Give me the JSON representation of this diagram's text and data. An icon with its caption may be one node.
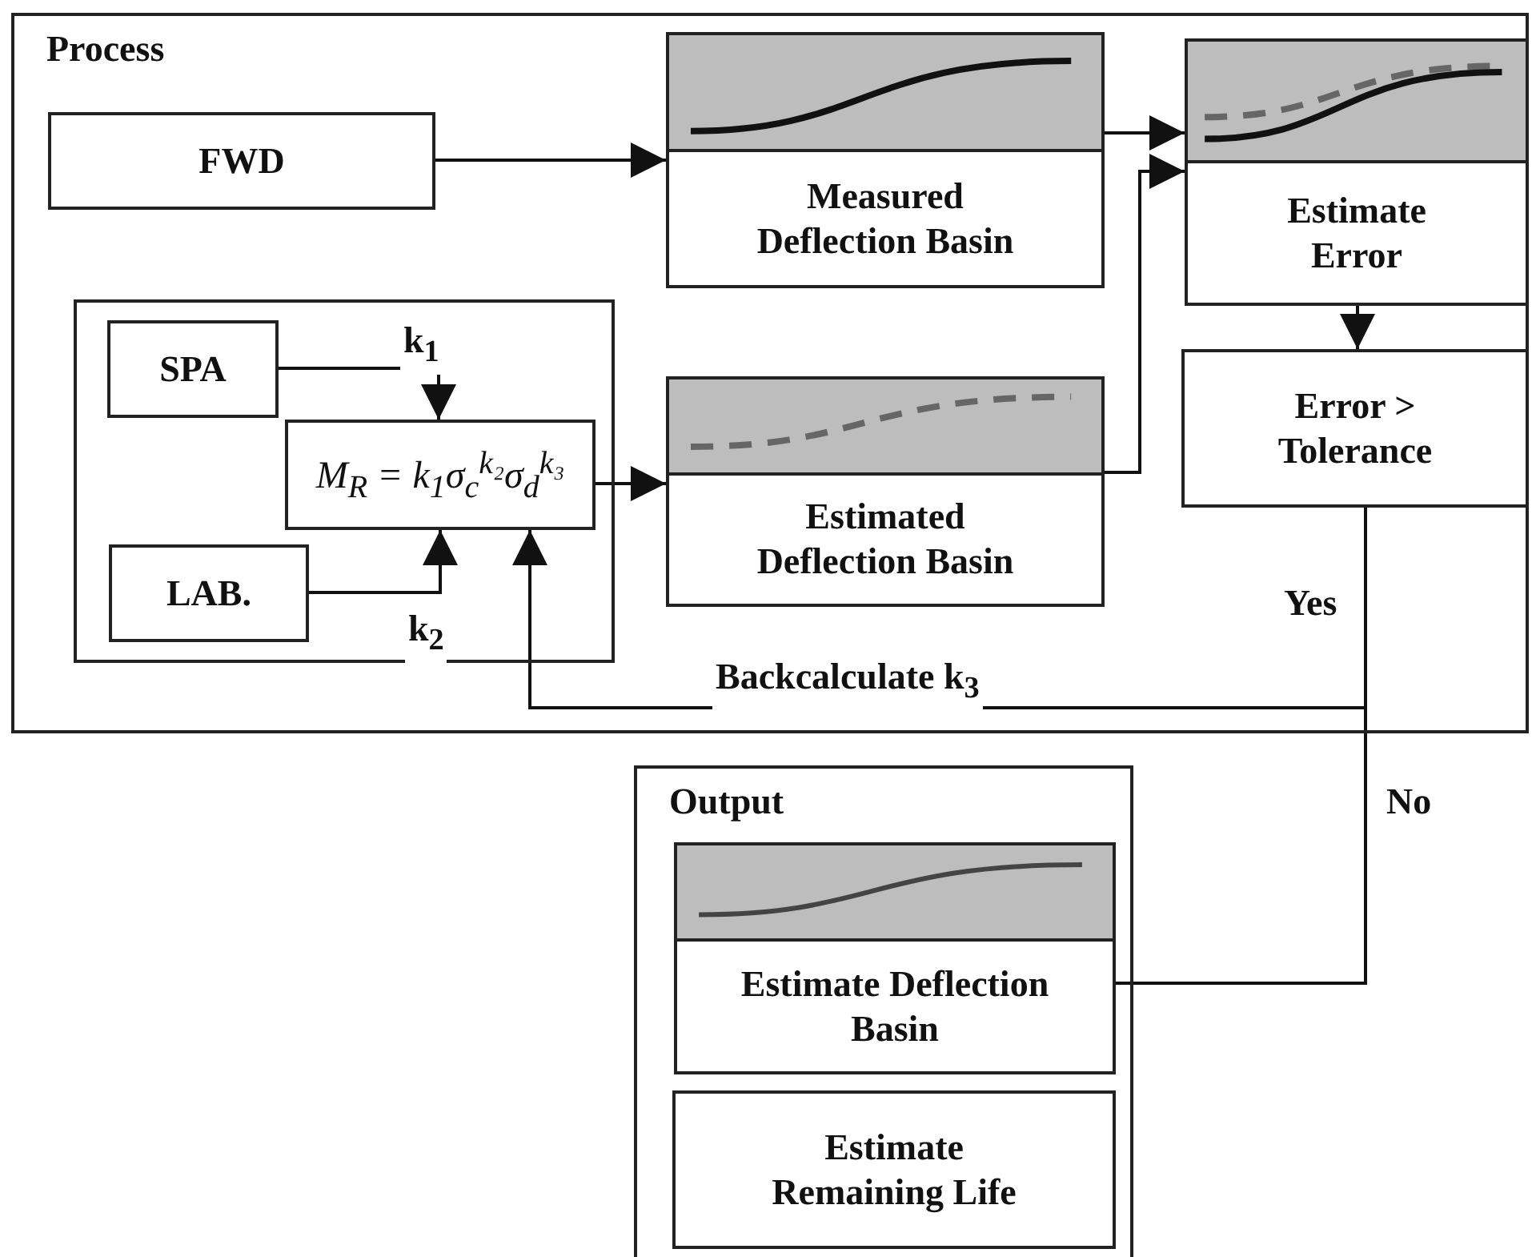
{
  "diagram": {
    "nodes": [
      {
        "text": [
          "Process"
        ]
      },
      {
        "text": [
          "FWD"
        ],
        "in": 0
      },
      {
        "text": [
          "Measured Deflection Basin"
        ],
        "in": 0
      },
      {
        "text": [
          "Estimate Error"
        ],
        "in": 0
      },
      {
        "text": [],
        "shape": "box",
        "in": 0
      },
      {
        "text": [
          "SPA"
        ],
        "in": 4
      },
      {
        "text": [
          "M$_{R}$ = k$_{1}$σ$_{c}$$^{k₂}$σ$_{d}$$^{k₃}$"
        ],
        "in": 4
      },
      {
        "text": [
          "LAB."
        ],
        "in": 4
      },
      {
        "text": [
          "Estimated Deflection Basin"
        ],
        "in": 0
      },
      {
        "text": [
          "Error > Tolerance"
        ],
        "in": 0
      },
      {
        "text": [
          "Output"
        ]
      },
      {
        "text": [
          "Estimate Deflection Basin"
        ],
        "in": 10
      },
      {
        "text": [
          "Estimate Remaining Life"
        ],
        "in": 10
      }
    ],
    "edges": [
      {
        "from": 1,
        "to": 2,
        "arrow": "to"
      },
      {
        "from": 2,
        "to": 3,
        "arrow": "to"
      },
      {
        "from": 8,
        "to": 3,
        "arrow": "to"
      },
      {
        "from": 5,
        "to": 6,
        "arrow": "to",
        "label": "k$_{1}$"
      },
      {
        "from": 7,
        "to": 6,
        "arrow": "to",
        "label": "k$_{2}$"
      },
      {
        "from": 6,
        "to": 8,
        "arrow": "to"
      },
      {
        "from": 3,
        "to": 9,
        "arrow": "to"
      },
      {
        "from": 9,
        "to": 6,
        "arrow": "to",
        "label": "Yes"
      },
      {
        "from": 9,
        "to": 11,
        "arrow": "to",
        "label": "No"
      }
    ],
    "labels": [
      "Backcalculate k$_{3}$"
    ]
  }
}
